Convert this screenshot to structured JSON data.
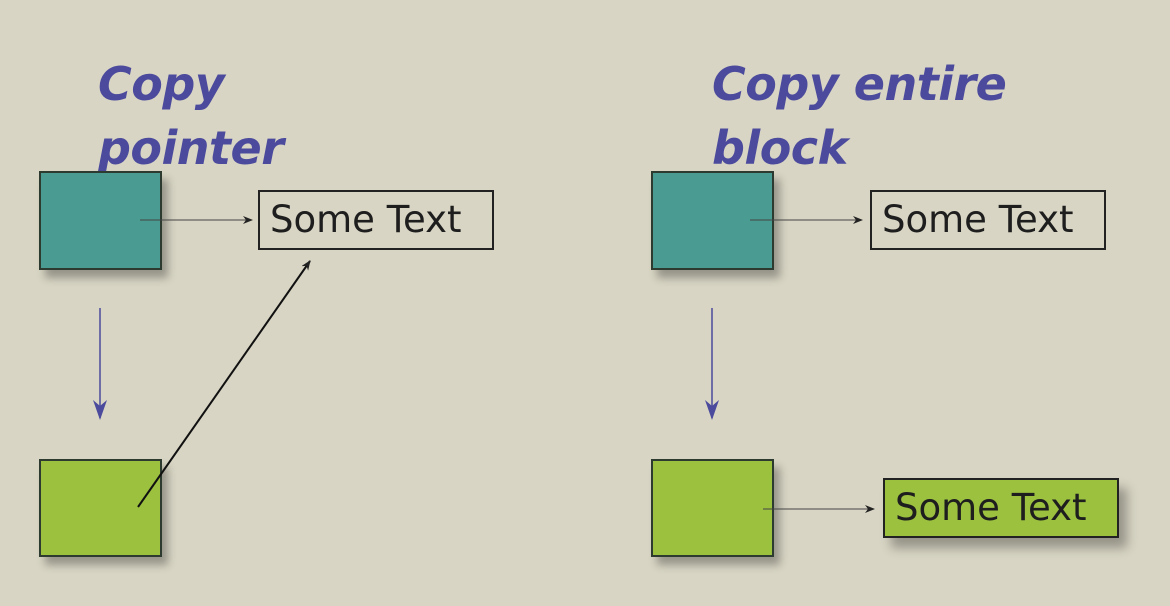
{
  "left_panel": {
    "title_line1": "Copy",
    "title_line2": "pointer",
    "text_box": "Some Text"
  },
  "right_panel": {
    "title_line1": "Copy entire",
    "title_line2": "block",
    "text_box_original": "Some Text",
    "text_box_copy": "Some Text"
  },
  "colors": {
    "background": "#d8d5c4",
    "title": "#4b4a9c",
    "teal": "#4a9b91",
    "green": "#9bc13f"
  }
}
